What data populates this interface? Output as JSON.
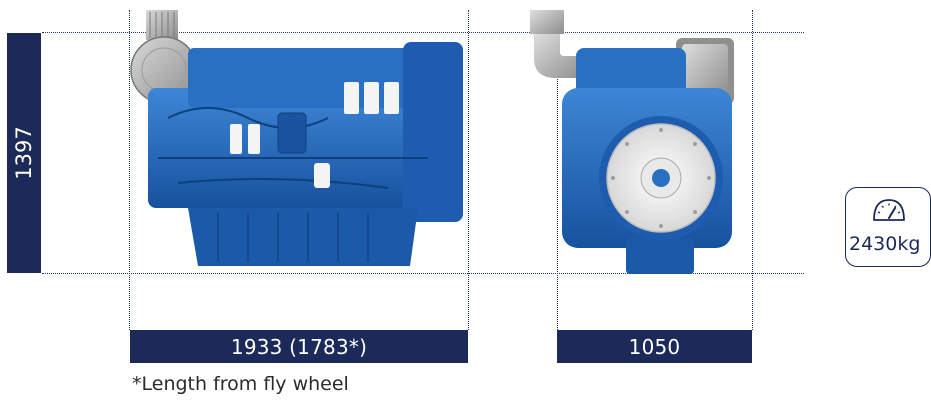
{
  "dimensions": {
    "height_label": "1397",
    "length_label": "1933 (1783*)",
    "width_label": "1050"
  },
  "footnote": "*Length from fly wheel",
  "weight": {
    "icon": "gauge-icon",
    "value": "2430kg"
  },
  "colors": {
    "dimension_bar": "#1c2a5a",
    "engine_blue": "#1f63b8",
    "dotted_guides": "#24356b"
  }
}
